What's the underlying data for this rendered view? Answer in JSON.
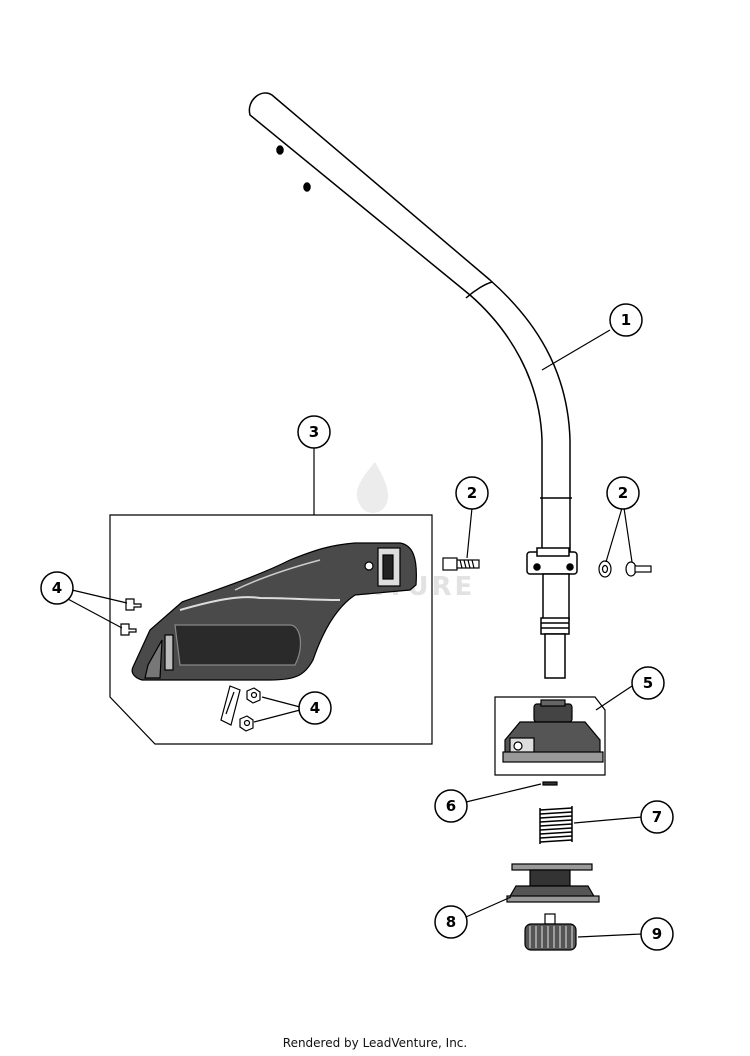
{
  "callouts": {
    "c1": "1",
    "c2a": "2",
    "c2b": "2",
    "c3": "3",
    "c4a": "4",
    "c4b": "4",
    "c5": "5",
    "c6": "6",
    "c7": "7",
    "c8": "8",
    "c9": "9"
  },
  "watermark": "VENTURE",
  "footer": "Rendered by LeadVenture, Inc."
}
